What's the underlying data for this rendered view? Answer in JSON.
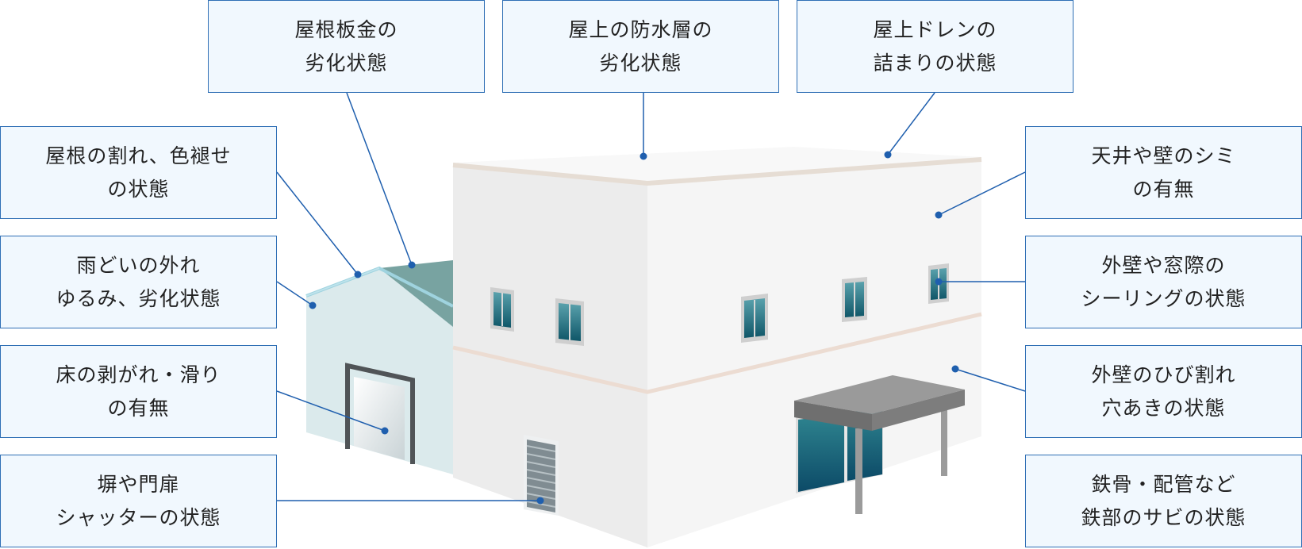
{
  "colors": {
    "box_border": "#2f6fb5",
    "box_fill": "#f1f8fe",
    "leader_line": "#1f5fae",
    "leader_dot": "#1f5fae",
    "text": "#222222"
  },
  "callouts": [
    {
      "id": "roof-sheet-metal",
      "lines": [
        "屋根板金の",
        "劣化状態"
      ]
    },
    {
      "id": "rooftop-waterproofing",
      "lines": [
        "屋上の防水層の",
        "劣化状態"
      ]
    },
    {
      "id": "rooftop-drain",
      "lines": [
        "屋上ドレンの",
        "詰まりの状態"
      ]
    },
    {
      "id": "roof-cracks-fading",
      "lines": [
        "屋根の割れ、色褪せ",
        "の状態"
      ]
    },
    {
      "id": "gutter",
      "lines": [
        "雨どいの外れ",
        "ゆるみ、劣化状態"
      ]
    },
    {
      "id": "floor",
      "lines": [
        "床の剥がれ・滑り",
        "の有無"
      ]
    },
    {
      "id": "fence-gate-shutter",
      "lines": [
        "塀や門扉",
        "シャッターの状態"
      ]
    },
    {
      "id": "ceiling-wall-stains",
      "lines": [
        "天井や壁のシミ",
        "の有無"
      ]
    },
    {
      "id": "wall-window-sealing",
      "lines": [
        "外壁や窓際の",
        "シーリングの状態"
      ]
    },
    {
      "id": "wall-cracks-holes",
      "lines": [
        "外壁のひび割れ",
        "穴あきの状態"
      ]
    },
    {
      "id": "steel-rust",
      "lines": [
        "鉄骨・配管など",
        "鉄部のサビの状態"
      ]
    }
  ]
}
